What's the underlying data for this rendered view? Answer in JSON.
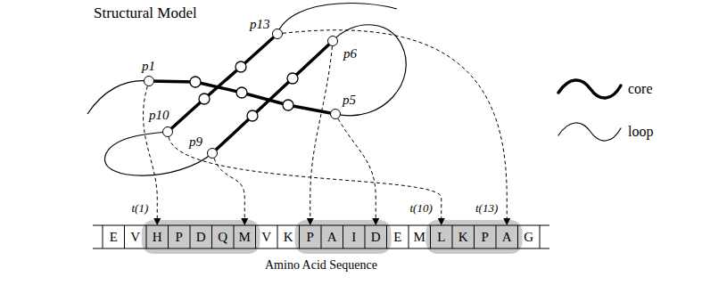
{
  "diagram": {
    "title": "Structural Model",
    "nodes": [
      {
        "text": [
          "p13"
        ]
      },
      {
        "text": [
          "p1"
        ]
      },
      {
        "text": [
          "p6"
        ]
      },
      {
        "text": [
          "p10"
        ]
      },
      {
        "text": [
          "p5"
        ]
      },
      {
        "text": [
          "p9"
        ]
      },
      {
        "text": [
          "E"
        ]
      },
      {
        "text": [
          "V"
        ]
      },
      {
        "text": [
          "H"
        ]
      },
      {
        "text": [
          "P"
        ]
      },
      {
        "text": [
          "D"
        ]
      },
      {
        "text": [
          "Q"
        ]
      },
      {
        "text": [
          "M"
        ]
      },
      {
        "text": [
          "V"
        ]
      },
      {
        "text": [
          "K"
        ]
      },
      {
        "text": [
          "P"
        ]
      },
      {
        "text": [
          "A"
        ]
      },
      {
        "text": [
          "I"
        ]
      },
      {
        "text": [
          "D"
        ]
      },
      {
        "text": [
          "E"
        ]
      },
      {
        "text": [
          "M"
        ]
      },
      {
        "text": [
          "L"
        ]
      },
      {
        "text": [
          "K"
        ]
      },
      {
        "text": [
          "P"
        ]
      },
      {
        "text": [
          "A"
        ]
      },
      {
        "text": [
          "G"
        ]
      }
    ],
    "edges": [
      {
        "from": 1,
        "to": 8,
        "arrow": "to",
        "label": "t(1)"
      },
      {
        "from": 0,
        "to": 24,
        "arrow": "to",
        "label": "t(13)"
      },
      {
        "from": 2,
        "to": 15,
        "arrow": "to"
      },
      {
        "from": 3,
        "to": 21,
        "arrow": "to",
        "label": "t(10)"
      },
      {
        "from": 4,
        "to": 18,
        "arrow": "to"
      },
      {
        "from": 5,
        "to": 12,
        "arrow": "to"
      }
    ],
    "labels": [
      "Amino Acid Sequence"
    ],
    "legend": [
      {
        "text": "core"
      },
      {
        "text": "loop"
      }
    ]
  }
}
